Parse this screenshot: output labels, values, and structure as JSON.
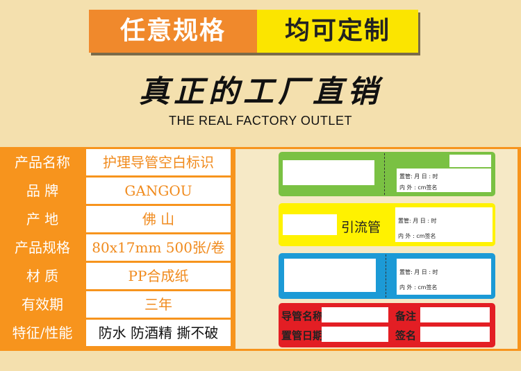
{
  "banner": {
    "left_text": "任意规格",
    "right_text": "均可定制"
  },
  "headline": "真正的工厂直销",
  "subheadline": "THE REAL FACTORY OUTLET",
  "spec_table": [
    {
      "label": "产品名称",
      "value": "护理导管空白标识"
    },
    {
      "label": "品  牌",
      "value": "GANGOU"
    },
    {
      "label": "产  地",
      "value": "佛  山"
    },
    {
      "label": "产品规格",
      "value": "80x17mm 500张/卷"
    },
    {
      "label": "材  质",
      "value": "PP合成纸"
    },
    {
      "label": "有效期",
      "value": "三年"
    },
    {
      "label": "特征/性能",
      "value": "防水 防酒精 撕不破"
    }
  ],
  "labels": {
    "green": {
      "line1": "置管:      月      日   :    时",
      "line2": "内    外 :       cm签名",
      "color": "#7ac143"
    },
    "yellow": {
      "title": "引流管",
      "line1": "置管:      月      日   :    时",
      "line2": "内    外 :       cm签名",
      "color": "#fff200"
    },
    "blue": {
      "line1": "置管:      月      日   :    时",
      "line2": "内    外 :       cm签名",
      "color": "#1c9ad6"
    },
    "red": {
      "name_label": "导管名称",
      "date_label": "置管日期",
      "note_label": "备注",
      "sign_label": "签名",
      "color": "#e31e24"
    }
  },
  "colors": {
    "orange": "#f7941d",
    "yellow": "#fbe500",
    "background": "#f4e0ae"
  }
}
